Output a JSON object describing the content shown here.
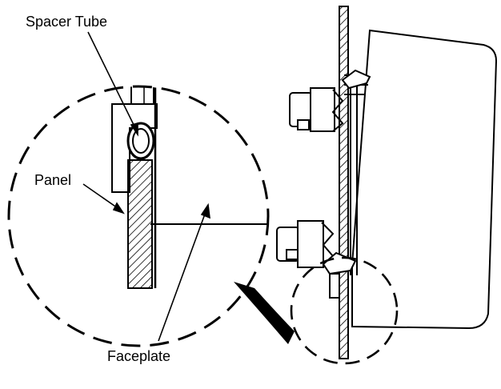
{
  "labels": {
    "spacer_tube": "Spacer Tube",
    "panel": "Panel",
    "faceplate": "Faceplate"
  },
  "colors": {
    "ink": "#000000",
    "paper": "#ffffff"
  }
}
